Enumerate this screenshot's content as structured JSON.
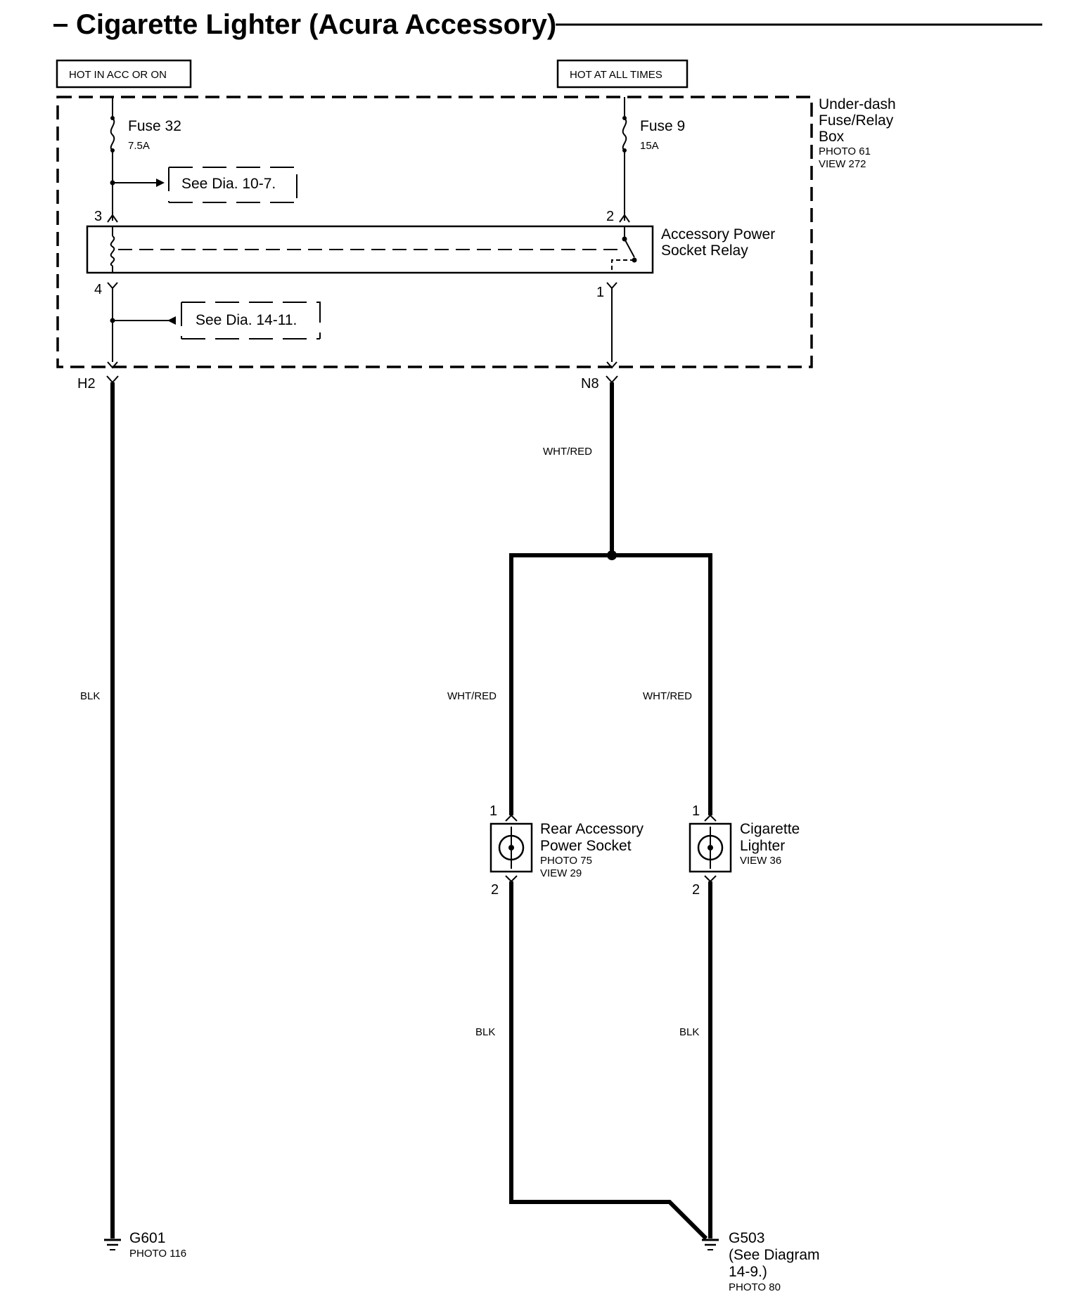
{
  "title": "Cigarette Lighter (Acura Accessory)",
  "power_sources": {
    "left": "HOT IN ACC OR ON",
    "right": "HOT AT ALL TIMES"
  },
  "fuse_box": {
    "name_line1": "Under-dash",
    "name_line2": "Fuse/Relay",
    "name_line3": "Box",
    "photo": "PHOTO 61",
    "view": "VIEW 272"
  },
  "fuses": [
    {
      "name": "Fuse 32",
      "rating": "7.5A"
    },
    {
      "name": "Fuse 9",
      "rating": "15A"
    }
  ],
  "references": {
    "top": "See Dia. 10-7.",
    "bottom": "See Dia. 14-11."
  },
  "relay": {
    "name_line1": "Accessory Power",
    "name_line2": "Socket Relay",
    "pins": {
      "left_top": "3",
      "right_top": "2",
      "left_bottom": "4",
      "right_bottom": "1"
    }
  },
  "connectors": {
    "left": "H2",
    "right": "N8"
  },
  "wires": {
    "left_main": "BLK",
    "right_main": "WHT/RED",
    "branch_left": "WHT/RED",
    "branch_right": "WHT/RED",
    "socket_ground": "BLK",
    "lighter_ground": "BLK"
  },
  "rear_socket": {
    "name_line1": "Rear Accessory",
    "name_line2": "Power Socket",
    "photo": "PHOTO 75",
    "view": "VIEW 29",
    "pin_top": "1",
    "pin_bottom": "2"
  },
  "lighter": {
    "name_line1": "Cigarette",
    "name_line2": "Lighter",
    "view": "VIEW 36",
    "pin_top": "1",
    "pin_bottom": "2"
  },
  "grounds": {
    "g601": {
      "name": "G601",
      "photo": "PHOTO 116"
    },
    "g503": {
      "name": "G503",
      "line2": "(See Diagram",
      "line3": "14-9.)",
      "photo": "PHOTO 80"
    }
  }
}
